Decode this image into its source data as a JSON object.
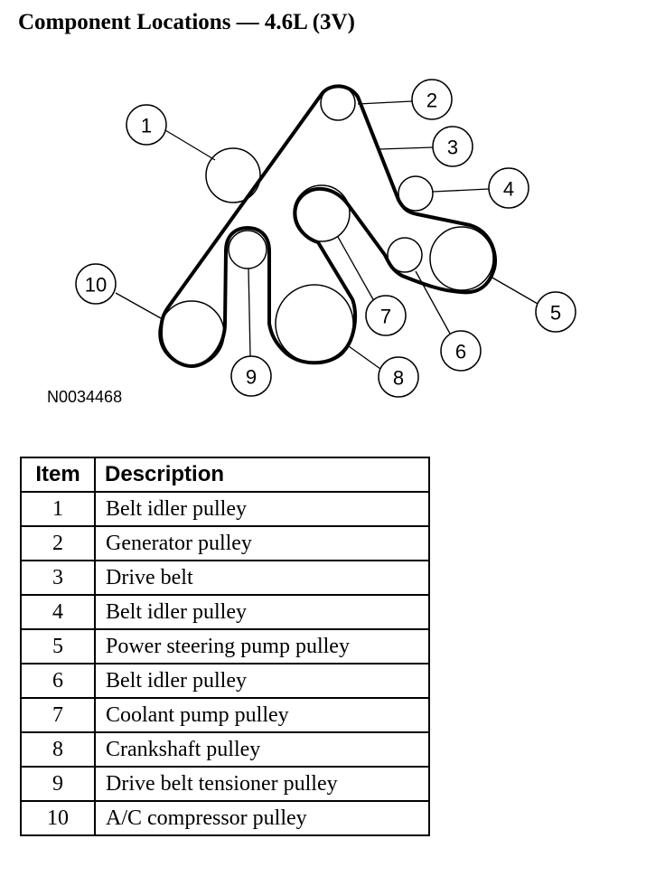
{
  "title": "Component Locations — 4.6L (3V)",
  "figure_id": "N0034468",
  "callouts": [
    "1",
    "2",
    "3",
    "4",
    "5",
    "6",
    "7",
    "8",
    "9",
    "10"
  ],
  "table": {
    "headers": {
      "item": "Item",
      "description": "Description"
    },
    "rows": [
      {
        "item": "1",
        "description": "Belt idler pulley"
      },
      {
        "item": "2",
        "description": "Generator pulley"
      },
      {
        "item": "3",
        "description": "Drive belt"
      },
      {
        "item": "4",
        "description": "Belt idler pulley"
      },
      {
        "item": "5",
        "description": "Power steering pump pulley"
      },
      {
        "item": "6",
        "description": "Belt idler pulley"
      },
      {
        "item": "7",
        "description": "Coolant pump pulley"
      },
      {
        "item": "8",
        "description": "Crankshaft pulley"
      },
      {
        "item": "9",
        "description": "Drive belt tensioner pulley"
      },
      {
        "item": "10",
        "description": "A/C compressor pulley"
      }
    ]
  }
}
